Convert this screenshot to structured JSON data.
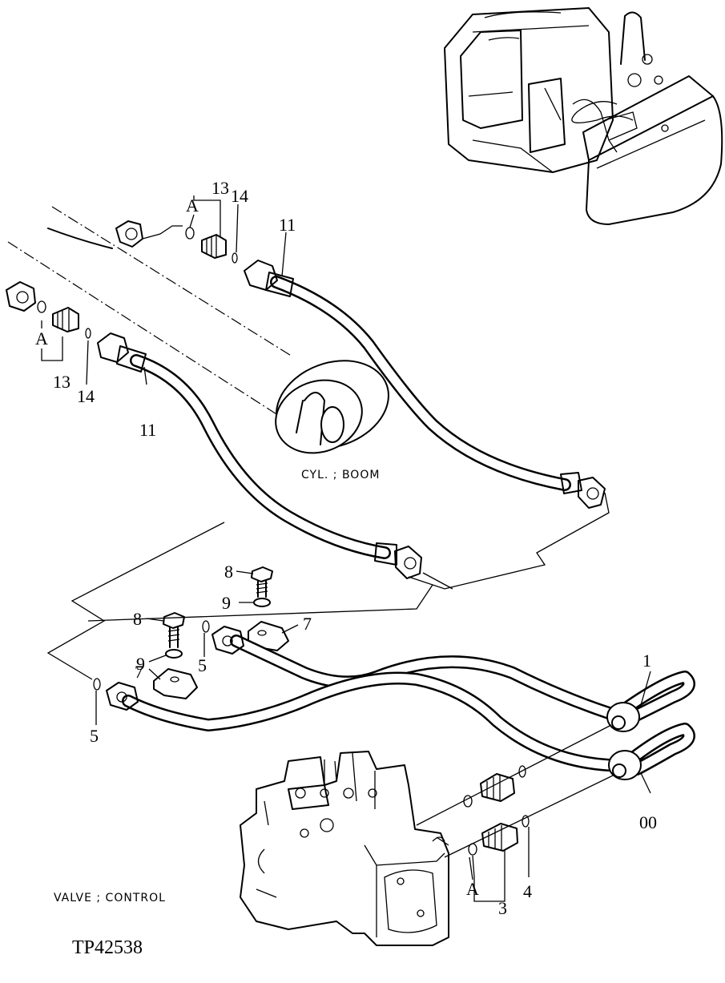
{
  "captions": {
    "cylinder": "CYL. ; BOOM",
    "valve": "VALVE ; CONTROL",
    "figure_id": "TP42538"
  },
  "callouts": {
    "c1": "1",
    "c00": "00",
    "c3": "3",
    "c4": "4",
    "c5a": "5",
    "c5b": "5",
    "c7a": "7",
    "c7b": "7",
    "c8a": "8",
    "c8b": "8",
    "c9a": "9",
    "c9b": "9",
    "c11a": "11",
    "c11b": "11",
    "c13a": "13",
    "c13b": "13",
    "c14a": "14",
    "c14b": "14",
    "cAa": "A",
    "cAb": "A",
    "cAc": "A"
  }
}
